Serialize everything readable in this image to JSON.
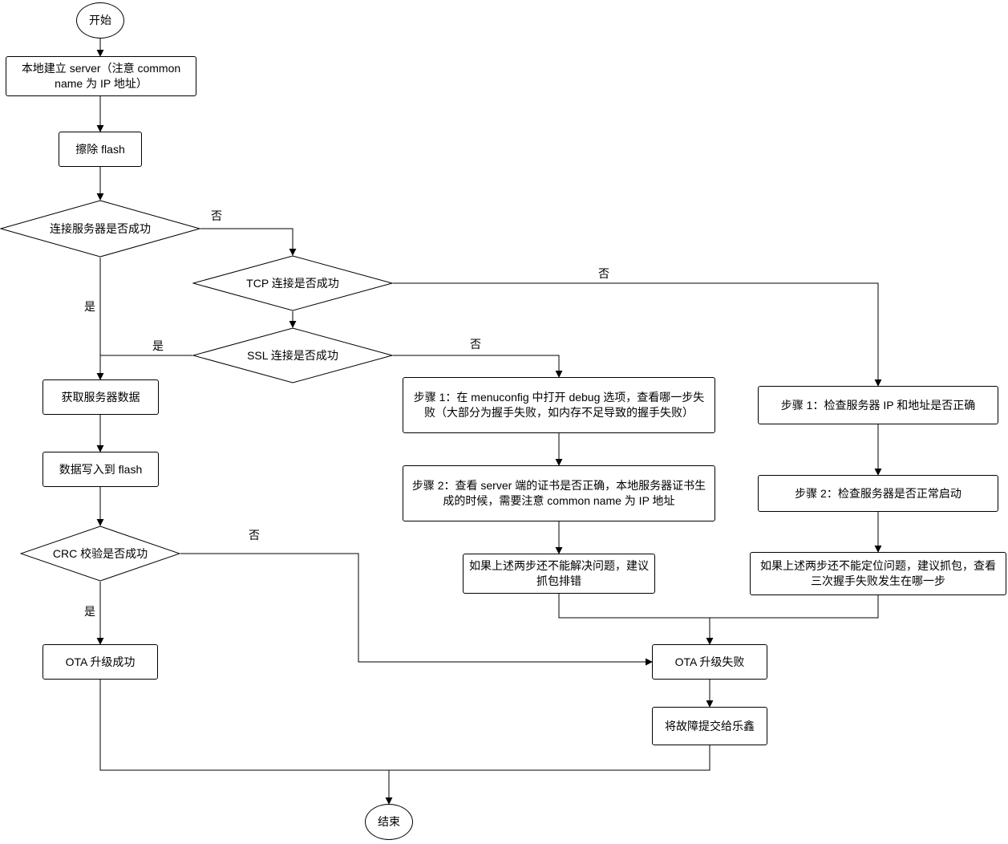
{
  "nodes": {
    "start": {
      "label": "开始"
    },
    "setup_server": {
      "label": "本地建立 server（注意 common name 为 IP 地址）"
    },
    "erase_flash": {
      "label": "擦除 flash"
    },
    "connect_server": {
      "label": "连接服务器是否成功"
    },
    "tcp_connect": {
      "label": "TCP 连接是否成功"
    },
    "ssl_connect": {
      "label": "SSL 连接是否成功"
    },
    "get_server_data": {
      "label": "获取服务器数据"
    },
    "write_flash": {
      "label": "数据写入到 flash"
    },
    "crc_check": {
      "label": "CRC 校验是否成功"
    },
    "ota_success": {
      "label": "OTA 升级成功"
    },
    "ssl_step1": {
      "label": "步骤 1：在 menuconfig 中打开 debug 选项，查看哪一步失败（大部分为握手失败，如内存不足导致的握手失败）"
    },
    "ssl_step2": {
      "label": "步骤 2：查看 server 端的证书是否正确，本地服务器证书生成的时候，需要注意 common name 为 IP 地址"
    },
    "ssl_step3": {
      "label": "如果上述两步还不能解决问题，建议抓包排错"
    },
    "tcp_step1": {
      "label": "步骤 1：检查服务器 IP 和地址是否正确"
    },
    "tcp_step2": {
      "label": "步骤 2：检查服务器是否正常启动"
    },
    "tcp_step3": {
      "label": "如果上述两步还不能定位问题，建议抓包，查看三次握手失败发生在哪一步"
    },
    "ota_fail": {
      "label": "OTA 升级失败"
    },
    "submit_espressif": {
      "label": "将故障提交给乐鑫"
    },
    "end": {
      "label": "结束"
    }
  },
  "edge_labels": {
    "connect_server_no": "否",
    "connect_server_yes": "是",
    "tcp_no": "否",
    "ssl_yes": "是",
    "ssl_no": "否",
    "crc_no": "否",
    "crc_yes": "是"
  },
  "edges": [
    {
      "from": "start",
      "to": "setup_server"
    },
    {
      "from": "setup_server",
      "to": "erase_flash"
    },
    {
      "from": "erase_flash",
      "to": "connect_server"
    },
    {
      "from": "connect_server",
      "to": "tcp_connect",
      "label": "否"
    },
    {
      "from": "connect_server",
      "to": "get_server_data",
      "label": "是"
    },
    {
      "from": "tcp_connect",
      "to": "ssl_connect"
    },
    {
      "from": "tcp_connect",
      "to": "tcp_step1",
      "label": "否"
    },
    {
      "from": "ssl_connect",
      "to": "get_server_data",
      "label": "是"
    },
    {
      "from": "ssl_connect",
      "to": "ssl_step1",
      "label": "否"
    },
    {
      "from": "get_server_data",
      "to": "write_flash"
    },
    {
      "from": "write_flash",
      "to": "crc_check"
    },
    {
      "from": "crc_check",
      "to": "ota_success",
      "label": "是"
    },
    {
      "from": "crc_check",
      "to": "ota_fail",
      "label": "否"
    },
    {
      "from": "ssl_step1",
      "to": "ssl_step2"
    },
    {
      "from": "ssl_step2",
      "to": "ssl_step3"
    },
    {
      "from": "tcp_step1",
      "to": "tcp_step2"
    },
    {
      "from": "tcp_step2",
      "to": "tcp_step3"
    },
    {
      "from": "ssl_step3",
      "to": "ota_fail"
    },
    {
      "from": "tcp_step3",
      "to": "ota_fail"
    },
    {
      "from": "ota_fail",
      "to": "submit_espressif"
    },
    {
      "from": "ota_success",
      "to": "end"
    },
    {
      "from": "submit_espressif",
      "to": "end"
    }
  ]
}
